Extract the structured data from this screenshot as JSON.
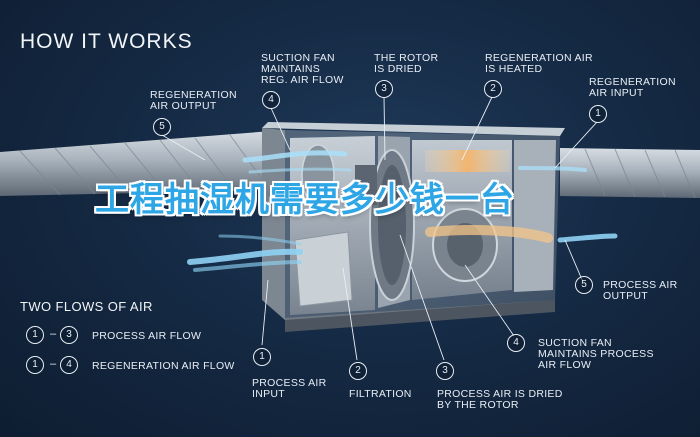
{
  "title": "HOW IT WORKS",
  "overlay_text": "工程抽湿机需要多少钱一台",
  "legend": {
    "title": "TWO FLOWS OF AIR",
    "rows": [
      {
        "from": "1",
        "to": "3",
        "label": "PROCESS AIR FLOW"
      },
      {
        "from": "1",
        "to": "4",
        "label": "REGENERATION AIR FLOW"
      }
    ]
  },
  "callouts": {
    "regen_output": {
      "number": "5",
      "text": "REGENERATION\nAIR OUTPUT"
    },
    "suction_regen": {
      "number": "4",
      "text": "SUCTION FAN\nMAINTAINS\nREG. AIR FLOW"
    },
    "rotor_dried": {
      "number": "3",
      "text": "THE ROTOR\nIS DRIED"
    },
    "regen_heated": {
      "number": "2",
      "text": "REGENERATION AIR\nIS HEATED"
    },
    "regen_input": {
      "number": "1",
      "text": "REGENERATION\nAIR INPUT"
    },
    "process_output": {
      "number": "5",
      "text": "PROCESS AIR\nOUTPUT"
    },
    "suction_process": {
      "number": "4",
      "text": "SUCTION FAN\nMAINTAINS PROCESS\nAIR FLOW"
    },
    "process_input": {
      "number": "1",
      "text": "PROCESS AIR\nINPUT"
    },
    "filtration": {
      "number": "2",
      "text": "FILTRATION"
    },
    "process_dried": {
      "number": "3",
      "text": "PROCESS AIR IS DRIED\nBY THE ROTOR"
    }
  },
  "colors": {
    "background": "#152a44",
    "process_air": "#8fd3f5",
    "regen_air": "#f5c68a",
    "overlay_text": "#2ea6e6"
  }
}
